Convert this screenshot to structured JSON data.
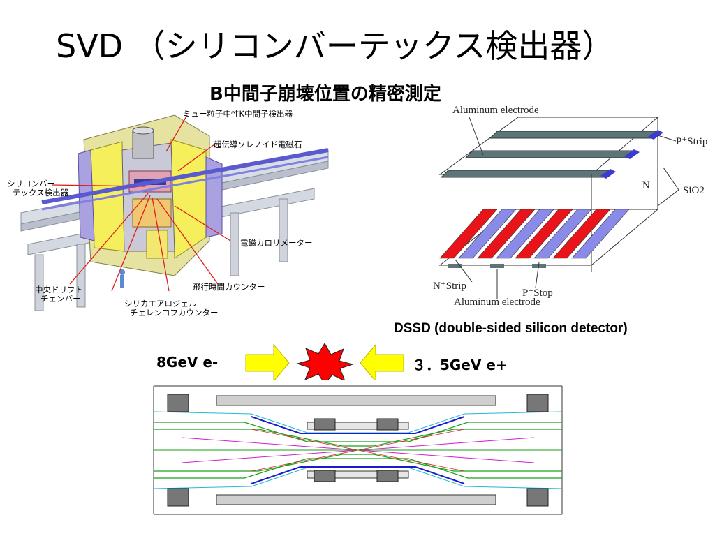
{
  "title": "SVD （シリコンバーテックス検出器）",
  "subtitle": "B中間子崩壊位置の精密測定",
  "detector_labels": {
    "klm": "ミュー粒子中性K中間子検出器",
    "magnet": "超伝導ソレノイド電磁石",
    "svd_line1": "シリコンバー",
    "svd_line2": "テックス検出器",
    "ecl": "電磁カロリメーター",
    "cdc_line1": "中央ドリフト",
    "cdc_line2": "チェンバー",
    "tof": "飛行時間カウンター",
    "acc_line1": "シリカエアロジェル",
    "acc_line2": "チェレンコフカウンター"
  },
  "dssd_labels": {
    "al_top": "Aluminum electrode",
    "p_strip": "P⁺Strip",
    "n": "N",
    "sio2": "SiO2",
    "n_strip": "N⁺Strip",
    "p_stop": "P⁺Stop",
    "al_bottom": "Aluminum electrode"
  },
  "dssd_caption": "DSSD (double-sided silicon detector)",
  "beams": {
    "left": "8GeV e-",
    "right": "３．5GeV  e+"
  },
  "colors": {
    "arrow_yellow": "#ffff00",
    "burst_red": "#ff0000",
    "strip_red": "#e8141a",
    "strip_blue": "#8a8ae8",
    "callout_red": "#e21c1c"
  }
}
